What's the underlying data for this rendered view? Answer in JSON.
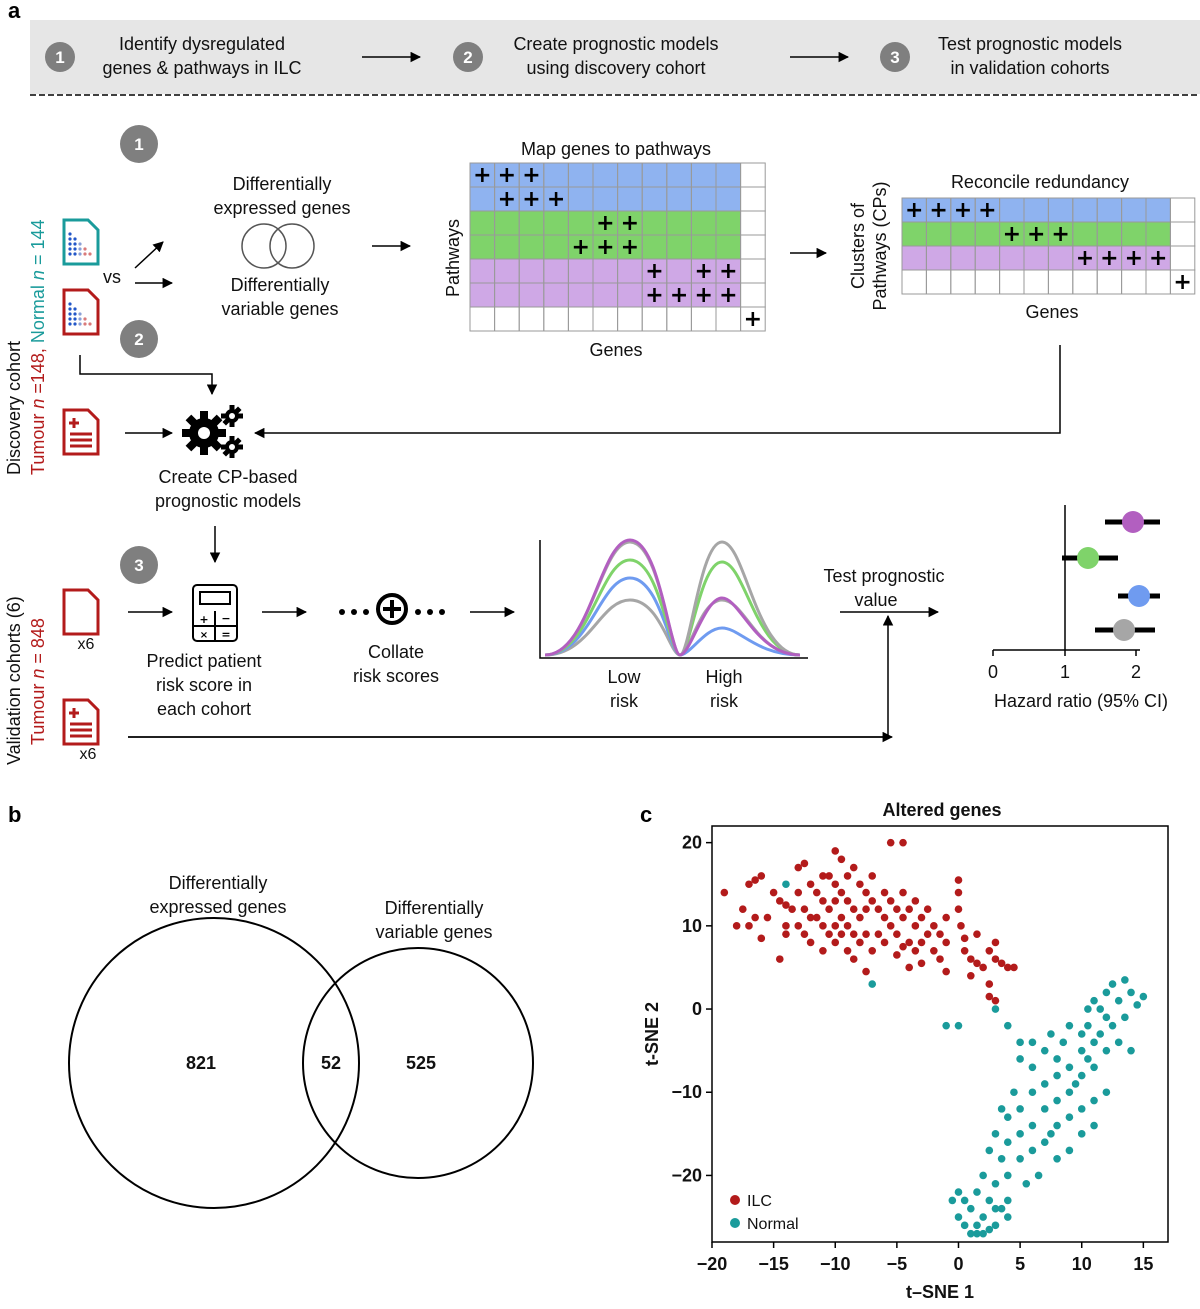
{
  "panels": {
    "a": "a",
    "b": "b",
    "c": "c"
  },
  "colors": {
    "blue": "#8fb3f0",
    "green": "#7fd36a",
    "purple": "#cfa8e6",
    "red": "#b31b1b",
    "teal": "#1a9b9b",
    "grey_circle": "#7f7f7f",
    "banner": "#e6e6e6"
  },
  "workflow": {
    "steps": [
      {
        "num": "1",
        "line1": "Identify dysregulated",
        "line2": "genes & pathways in ILC"
      },
      {
        "num": "2",
        "line1": "Create prognostic models",
        "line2": "using discovery cohort"
      },
      {
        "num": "3",
        "line1": "Test prognostic models",
        "line2": "in validation cohorts"
      }
    ]
  },
  "discovery": {
    "label_main": "Discovery cohort",
    "tumour_label": "Tumour ",
    "tumour_n": "n",
    "tumour_val": " =148, ",
    "normal_label": "Normal ",
    "normal_n": "n",
    "normal_val": " = 144",
    "vs": "vs",
    "step1": "1",
    "step2": "2",
    "de_line1": "Differentially",
    "de_line2": "expressed genes",
    "dv_line1": "Differentially",
    "dv_line2": "variable genes",
    "map_title": "Map genes to pathways",
    "map_ylabel": "Pathways",
    "map_xlabel": "Genes",
    "rec_title": "Reconcile redundancy",
    "rec_ylabel1": "Clusters of",
    "rec_ylabel2": "Pathways (CPs)",
    "rec_xlabel": "Genes",
    "plus": "+",
    "model_line1": "Create CP-based",
    "model_line2": "prognostic models"
  },
  "validation": {
    "label_main": "Validation cohorts (6)",
    "tumour_label": "Tumour ",
    "tumour_n": "n",
    "tumour_val": " = 848",
    "step3": "3",
    "x6_a": "x6",
    "x6_b": "x6",
    "predict_line1": "Predict patient",
    "predict_line2": "risk score in",
    "predict_line3": "each cohort",
    "collate_line1": "Collate",
    "collate_line2": "risk scores",
    "low_line1": "Low",
    "low_line2": "risk",
    "high_line1": "High",
    "high_line2": "risk",
    "test_line1": "Test prognostic",
    "test_line2": "value",
    "hr_xlabel": "Hazard ratio (95% CI)",
    "hr_ticks": [
      "0",
      "1",
      "2"
    ]
  },
  "venn": {
    "de_line1": "Differentially",
    "de_line2": "expressed genes",
    "dv_line1": "Differentially",
    "dv_line2": "variable genes",
    "de_only": "821",
    "overlap": "52",
    "dv_only": "525"
  },
  "chart_data": {
    "type": "scatter",
    "title": "Altered genes",
    "xlabel": "t–SNE 1",
    "ylabel": "t-SNE 2",
    "xlim": [
      -20,
      17
    ],
    "ylim": [
      -28,
      22
    ],
    "xticks": [
      "−20",
      "−15",
      "−10",
      "−5",
      "0",
      "5",
      "10",
      "15"
    ],
    "yticks": [
      "20",
      "10",
      "0",
      "−10",
      "−20"
    ],
    "legend_position": "bottom-left",
    "series": [
      {
        "name": "ILC",
        "color": "#b31b1b",
        "points": [
          [
            -19,
            14
          ],
          [
            -18,
            10
          ],
          [
            -17.5,
            12
          ],
          [
            -17,
            10
          ],
          [
            -16.5,
            11
          ],
          [
            -17,
            15
          ],
          [
            -16.5,
            15.5
          ],
          [
            -16,
            16
          ],
          [
            -16,
            8.5
          ],
          [
            -15.5,
            11
          ],
          [
            -15,
            14
          ],
          [
            -14.5,
            13
          ],
          [
            -14,
            12.5
          ],
          [
            -14.5,
            6
          ],
          [
            -14,
            10
          ],
          [
            -14,
            9
          ],
          [
            -13.5,
            12
          ],
          [
            -13,
            17
          ],
          [
            -13,
            14
          ],
          [
            -13,
            10
          ],
          [
            -12.5,
            9
          ],
          [
            -12.5,
            12
          ],
          [
            -12.5,
            17.5
          ],
          [
            -12,
            15
          ],
          [
            -12,
            11
          ],
          [
            -12,
            8
          ],
          [
            -11.5,
            14
          ],
          [
            -11.5,
            11
          ],
          [
            -11,
            16
          ],
          [
            -11,
            13
          ],
          [
            -11,
            10
          ],
          [
            -11,
            7
          ],
          [
            -10.5,
            16
          ],
          [
            -10.5,
            12
          ],
          [
            -10.5,
            9
          ],
          [
            -10,
            19
          ],
          [
            -10,
            15
          ],
          [
            -10,
            13
          ],
          [
            -10,
            10
          ],
          [
            -10,
            8
          ],
          [
            -9.5,
            18
          ],
          [
            -9.5,
            14
          ],
          [
            -9.5,
            11
          ],
          [
            -9.5,
            9
          ],
          [
            -9,
            16
          ],
          [
            -9,
            13
          ],
          [
            -9,
            10
          ],
          [
            -9,
            7
          ],
          [
            -8.5,
            17
          ],
          [
            -8.5,
            12
          ],
          [
            -8.5,
            9
          ],
          [
            -8.5,
            6
          ],
          [
            -8,
            15
          ],
          [
            -8,
            11
          ],
          [
            -8,
            8
          ],
          [
            -7.5,
            14
          ],
          [
            -7.5,
            12
          ],
          [
            -7.5,
            9
          ],
          [
            -7.5,
            4.5
          ],
          [
            -7,
            16
          ],
          [
            -7,
            13
          ],
          [
            -7,
            7
          ],
          [
            -6.5,
            12
          ],
          [
            -6.5,
            9
          ],
          [
            -6,
            14
          ],
          [
            -6,
            11
          ],
          [
            -6,
            8
          ],
          [
            -5.5,
            20
          ],
          [
            -5.5,
            13
          ],
          [
            -5.5,
            10
          ],
          [
            -5,
            12
          ],
          [
            -5,
            9
          ],
          [
            -5,
            6.5
          ],
          [
            -4.5,
            20
          ],
          [
            -4.5,
            14
          ],
          [
            -4.5,
            11
          ],
          [
            -4.5,
            7.5
          ],
          [
            -4,
            12
          ],
          [
            -4,
            8
          ],
          [
            -4,
            5
          ],
          [
            -3.5,
            10
          ],
          [
            -3.5,
            13
          ],
          [
            -3.5,
            7
          ],
          [
            -3,
            11
          ],
          [
            -3,
            8
          ],
          [
            -3,
            5.5
          ],
          [
            -2.5,
            9
          ],
          [
            -2.5,
            12
          ],
          [
            -2,
            10
          ],
          [
            -2,
            7
          ],
          [
            -1.5,
            9
          ],
          [
            -1.5,
            6
          ],
          [
            -1,
            11
          ],
          [
            -1,
            8
          ],
          [
            -1,
            4.5
          ],
          [
            0,
            15.5
          ],
          [
            0,
            14
          ],
          [
            0,
            12
          ],
          [
            0.2,
            10
          ],
          [
            0.5,
            8.5
          ],
          [
            0.5,
            7
          ],
          [
            1,
            6
          ],
          [
            1,
            4
          ],
          [
            1.5,
            9
          ],
          [
            1.5,
            5.5
          ],
          [
            2,
            5
          ],
          [
            2.5,
            7
          ],
          [
            2.5,
            3
          ],
          [
            3,
            6
          ],
          [
            3,
            8
          ],
          [
            3.5,
            5.5
          ],
          [
            4,
            5
          ],
          [
            4.5,
            5
          ],
          [
            2.5,
            1.5
          ],
          [
            3,
            1
          ]
        ]
      },
      {
        "name": "Normal",
        "color": "#1a9b9b",
        "points": [
          [
            -14,
            15
          ],
          [
            -7,
            3
          ],
          [
            -1,
            -2
          ],
          [
            0,
            -2
          ],
          [
            3,
            0
          ],
          [
            4,
            -2
          ],
          [
            5,
            -4
          ],
          [
            5,
            -6
          ],
          [
            6,
            -4
          ],
          [
            6,
            -7
          ],
          [
            7,
            -5
          ],
          [
            7,
            -9
          ],
          [
            7.5,
            -3
          ],
          [
            8,
            -6
          ],
          [
            8,
            -8
          ],
          [
            8.5,
            -4
          ],
          [
            9,
            -2
          ],
          [
            9,
            -7
          ],
          [
            9.5,
            -9
          ],
          [
            10,
            -3
          ],
          [
            10,
            -5
          ],
          [
            10,
            -8
          ],
          [
            10.5,
            0
          ],
          [
            10.5,
            -2
          ],
          [
            10.5,
            -6
          ],
          [
            11,
            1
          ],
          [
            11,
            -4
          ],
          [
            11,
            -7
          ],
          [
            11.5,
            0
          ],
          [
            11.5,
            -3
          ],
          [
            12,
            2
          ],
          [
            12,
            -1
          ],
          [
            12,
            -5
          ],
          [
            12.5,
            3
          ],
          [
            12.5,
            -2
          ],
          [
            13,
            1
          ],
          [
            13,
            -4
          ],
          [
            13.5,
            3.5
          ],
          [
            13.5,
            -1
          ],
          [
            14,
            2
          ],
          [
            14,
            -5
          ],
          [
            14.5,
            0.5
          ],
          [
            15,
            1.5
          ],
          [
            12,
            -10
          ],
          [
            11,
            -11
          ],
          [
            10,
            -12
          ],
          [
            9,
            -10
          ],
          [
            9,
            -13
          ],
          [
            8,
            -11
          ],
          [
            8,
            -14
          ],
          [
            7,
            -12
          ],
          [
            7,
            -16
          ],
          [
            6,
            -10
          ],
          [
            6,
            -14
          ],
          [
            6,
            -17
          ],
          [
            5,
            -12
          ],
          [
            5,
            -15
          ],
          [
            5,
            -18
          ],
          [
            4.5,
            -10
          ],
          [
            4,
            -13
          ],
          [
            4,
            -16
          ],
          [
            4,
            -20
          ],
          [
            3.5,
            -12
          ],
          [
            3.5,
            -18
          ],
          [
            3,
            -15
          ],
          [
            3,
            -21
          ],
          [
            2.5,
            -17
          ],
          [
            2.5,
            -23
          ],
          [
            2,
            -20
          ],
          [
            2,
            -25
          ],
          [
            1.5,
            -22
          ],
          [
            1.5,
            -26
          ],
          [
            1,
            -24
          ],
          [
            1,
            -27
          ],
          [
            0.5,
            -23
          ],
          [
            0.5,
            -26
          ],
          [
            0,
            -25
          ],
          [
            2,
            -27
          ],
          [
            3,
            -26
          ],
          [
            4,
            -25
          ],
          [
            3.5,
            -24
          ],
          [
            2.5,
            -26.5
          ],
          [
            1.5,
            -27
          ],
          [
            -0.5,
            -23
          ],
          [
            0,
            -22
          ],
          [
            11,
            -14
          ],
          [
            10,
            -15
          ],
          [
            9,
            -17
          ],
          [
            8,
            -18
          ],
          [
            7.5,
            -15
          ],
          [
            6.5,
            -20
          ],
          [
            5.5,
            -21
          ],
          [
            4,
            -23
          ],
          [
            3,
            -24
          ]
        ]
      }
    ]
  }
}
